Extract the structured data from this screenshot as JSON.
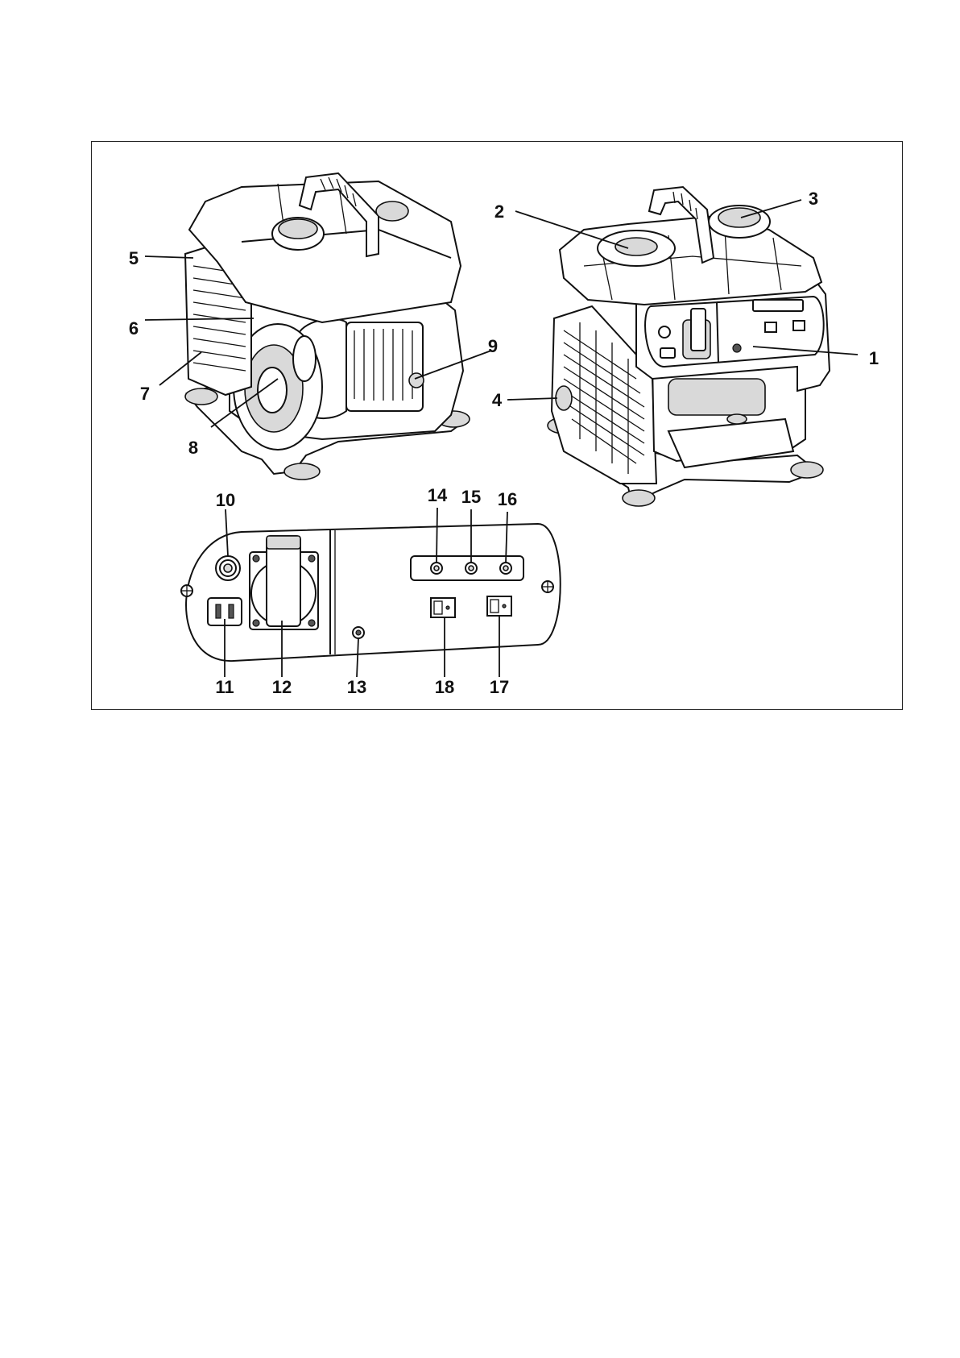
{
  "figure": {
    "callouts": [
      {
        "id": "c1",
        "text": "1"
      },
      {
        "id": "c2",
        "text": "2"
      },
      {
        "id": "c3",
        "text": "3"
      },
      {
        "id": "c4",
        "text": "4"
      },
      {
        "id": "c5",
        "text": "5"
      },
      {
        "id": "c6",
        "text": "6"
      },
      {
        "id": "c7",
        "text": "7"
      },
      {
        "id": "c8",
        "text": "8"
      },
      {
        "id": "c9",
        "text": "9"
      },
      {
        "id": "c10",
        "text": "10"
      },
      {
        "id": "c11",
        "text": "11"
      },
      {
        "id": "c12",
        "text": "12"
      },
      {
        "id": "c13",
        "text": "13"
      },
      {
        "id": "c14",
        "text": "14"
      },
      {
        "id": "c15",
        "text": "15"
      },
      {
        "id": "c16",
        "text": "16"
      },
      {
        "id": "c17",
        "text": "17"
      },
      {
        "id": "c18",
        "text": "18"
      }
    ]
  }
}
